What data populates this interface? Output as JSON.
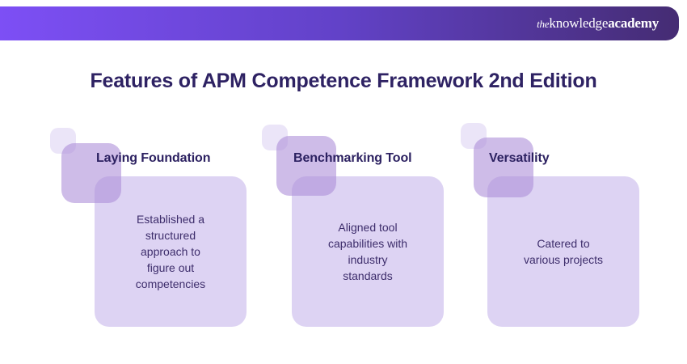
{
  "header": {
    "logo": {
      "the": "the",
      "knowledge": "knowledge",
      "academy": "academy"
    }
  },
  "page": {
    "title": "Features of APM Competence Framework 2nd Edition"
  },
  "cards": [
    {
      "title": "Laying Foundation",
      "description": "Established a structured approach to figure out competencies"
    },
    {
      "title": "Benchmarking Tool",
      "description": "Aligned tool capabilities with industry standards"
    },
    {
      "title": "Versatility",
      "description": "Catered to various projects"
    }
  ],
  "colors": {
    "header_gradient_start": "#7d4ff5",
    "header_gradient_end": "#452c73",
    "card_background": "#ddd3f3",
    "decor_square_small": "#ebe5f8",
    "decor_square_medium": "rgba(171,139,216,0.58)",
    "page_title_text": "#2e2263",
    "card_title_text": "#2c2161",
    "card_body_text": "#3d2d6b",
    "logo_text": "#ffffff"
  }
}
